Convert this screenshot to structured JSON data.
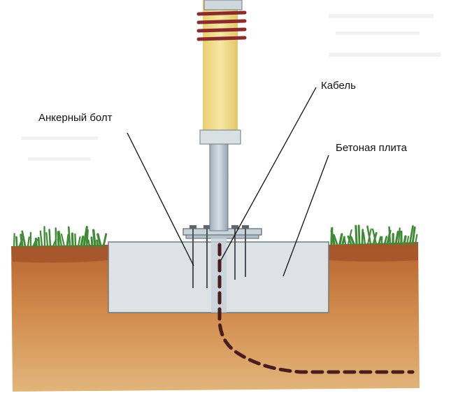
{
  "labels": {
    "anchor_bolt": "Анкерный болт",
    "cable": "Кабель",
    "concrete_slab": "Бетоная плита"
  },
  "colors": {
    "soil_top": "#b5612e",
    "soil_mid": "#d08a4a",
    "soil_bottom": "#e2b57a",
    "concrete": "#dde2e4",
    "concrete_edge": "#6f7a80",
    "pipe": "#b9c7cf",
    "lamp_body": "#f2dc8a",
    "coil": "#8a2c2c",
    "grass": "#3f8a34",
    "cable": "#4a1d1d",
    "leader": "#111111"
  }
}
